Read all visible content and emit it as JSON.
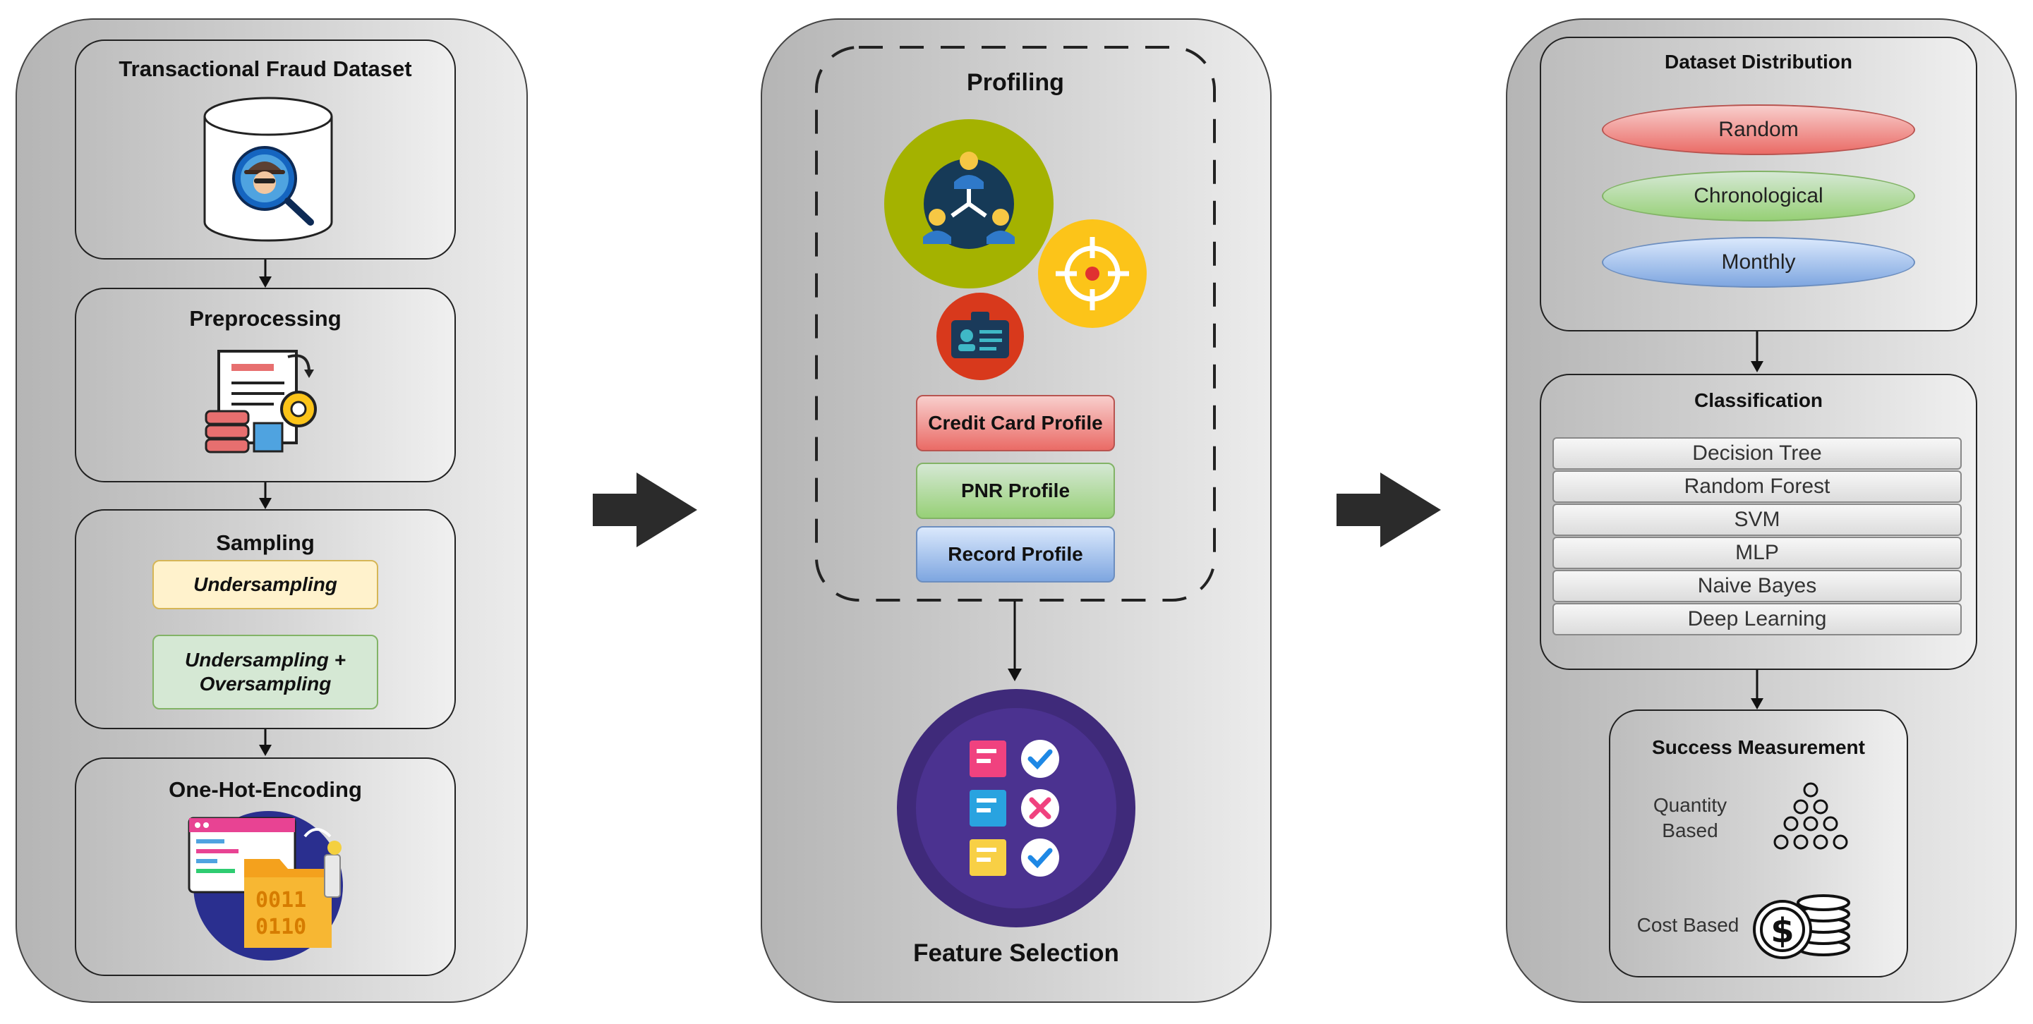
{
  "left": {
    "dataset_title": "Transactional Fraud Dataset",
    "preprocessing_title": "Preprocessing",
    "sampling_title": "Sampling",
    "undersampling": "Undersampling",
    "undersampling_over_line1": "Undersampling +",
    "undersampling_over_line2": "Oversampling",
    "onehot_title": "One-Hot-Encoding"
  },
  "middle": {
    "profiling_title": "Profiling",
    "profiles": [
      "Credit Card Profile",
      "PNR Profile",
      "Record Profile"
    ],
    "feature_selection_title": "Feature Selection"
  },
  "right": {
    "distribution_title": "Dataset Distribution",
    "distributions": [
      "Random",
      "Chronological",
      "Monthly"
    ],
    "classification_title": "Classification",
    "classifiers": [
      "Decision Tree",
      "Random Forest",
      "SVM",
      "MLP",
      "Naive Bayes",
      "Deep Learning"
    ],
    "success_title": "Success Measurement",
    "quantity_line1": "Quantity",
    "quantity_line2": "Based",
    "cost_based": "Cost Based"
  },
  "colors": {
    "yellow_fill": "#fff2cc",
    "yellow_border": "#d6b656",
    "green_fill": "#d5e8d4",
    "green_border": "#82b366",
    "red_fill": "#f8cecc",
    "red_border": "#b85450",
    "blue_fill": "#dae8fc",
    "blue_border": "#6c8ebf",
    "olive": "#a4b200",
    "gold": "#fcc419",
    "brick": "#d8391c",
    "purple": "#3f2a7a"
  },
  "icons": [
    "fraud-database-icon",
    "preprocessing-icon",
    "one-hot-encoding-icon",
    "team-network-icon",
    "target-icon",
    "id-card-icon",
    "checklist-icon",
    "triangle-dots-icon",
    "coins-dollar-icon",
    "right-arrow-icon"
  ]
}
